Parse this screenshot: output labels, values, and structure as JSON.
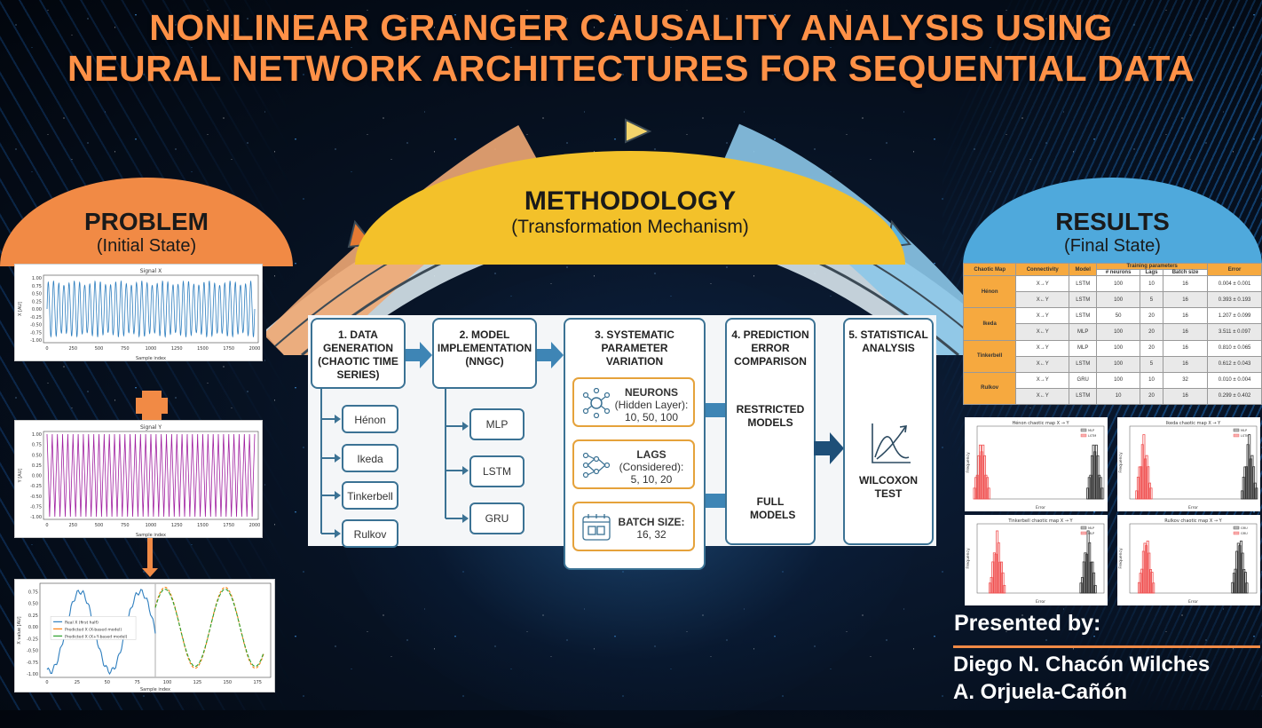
{
  "title": {
    "line1": "NONLINEAR GRANGER CAUSALITY ANALYSIS USING",
    "line2": "NEURAL NETWORK ARCHITECTURES FOR SEQUENTIAL DATA"
  },
  "problem": {
    "heading": "PROBLEM",
    "subheading": "(Initial State)"
  },
  "methodology": {
    "heading": "METHODOLOGY",
    "subheading": "(Transformation Mechanism)"
  },
  "results": {
    "heading": "RESULTS",
    "subheading": "(Final State)"
  },
  "colors": {
    "title": "#ff9147",
    "problem": "#f18a45",
    "methodology": "#f3c12a",
    "results": "#4fa9dc",
    "flow_blue": "#3b7294",
    "param_border": "#e5a23b",
    "signal_x": "#2f7fbf",
    "signal_y": "#a020a0"
  },
  "chart_data": [
    {
      "type": "line",
      "title": "Signal X",
      "xlabel": "Sample index",
      "ylabel": "X [AU]",
      "xlim": [
        0,
        2000
      ],
      "ylim": [
        -1.0,
        1.0
      ],
      "xticks": [
        "0",
        "250",
        "500",
        "750",
        "1000",
        "1250",
        "1500",
        "1750",
        "2000"
      ],
      "yticks": [
        "1.00",
        "0.75",
        "0.50",
        "0.25",
        "0.00",
        "-0.25",
        "-0.50",
        "-0.75",
        "-1.00"
      ],
      "series": [
        {
          "name": "X",
          "cycles": 40,
          "amplitude": 0.9
        }
      ]
    },
    {
      "type": "line",
      "title": "Signal Y",
      "xlabel": "Sample index",
      "ylabel": "Y [AU]",
      "xlim": [
        0,
        2000
      ],
      "ylim": [
        -1.0,
        1.0
      ],
      "xticks": [
        "0",
        "250",
        "500",
        "750",
        "1000",
        "1250",
        "1500",
        "1750",
        "2000"
      ],
      "yticks": [
        "1.00",
        "0.75",
        "0.50",
        "0.25",
        "0.00",
        "-0.25",
        "-0.50",
        "-0.75",
        "-1.00"
      ],
      "series": [
        {
          "name": "Y",
          "cycles": 40,
          "amplitude": 1.0
        }
      ]
    },
    {
      "type": "line",
      "title": "",
      "xlabel": "Sample index",
      "ylabel": "X value [AU]",
      "xlim": [
        0,
        180
      ],
      "ylim": [
        -1.0,
        0.85
      ],
      "xticks": [
        "0",
        "25",
        "50",
        "75",
        "100",
        "125",
        "150",
        "175"
      ],
      "yticks": [
        "0.75",
        "0.50",
        "0.25",
        "0.00",
        "-0.25",
        "-0.50",
        "-0.75",
        "-1.00"
      ],
      "split_index": 90,
      "legend": [
        "Real X (first half)",
        "Predicted X (X-based model)",
        "Predicted X (X+Y-based model)"
      ],
      "legend_position": "center-left"
    }
  ],
  "flow": {
    "step1": {
      "label": "1. DATA GENERATION (CHAOTIC TIME SERIES)",
      "items": [
        "Hénon",
        "Ikeda",
        "Tinkerbell",
        "Rulkov"
      ]
    },
    "step2": {
      "label": "2. MODEL IMPLEMENTATION (NNGC)",
      "items": [
        "MLP",
        "LSTM",
        "GRU"
      ]
    },
    "step3": {
      "label": "3. SYSTEMATIC PARAMETER VARIATION",
      "params": [
        {
          "name": "NEURONS",
          "detail": "(Hidden Layer):",
          "values": "10, 50, 100",
          "icon": "neuron-network-icon"
        },
        {
          "name": "LAGS",
          "detail": "(Considered):",
          "values": "5, 10, 20",
          "icon": "layered-network-icon"
        },
        {
          "name": "BATCH SIZE:",
          "detail": "",
          "values": "16, 32",
          "icon": "calendar-batch-icon"
        }
      ]
    },
    "step4": {
      "label": "4. PREDICTION ERROR COMPARISON",
      "restricted": "RESTRICTED MODELS",
      "full": "FULL MODELS"
    },
    "step5": {
      "label": "5. STATISTICAL ANALYSIS",
      "test": "WILCOXON TEST"
    }
  },
  "results_table": {
    "headers": {
      "map": "Chaotic Map",
      "connectivity": "Connectivity",
      "model": "Model",
      "training": "Training parameters",
      "neurons": "# neurons",
      "lags": "Lags",
      "batch": "Batch size",
      "error": "Error"
    },
    "rows": [
      {
        "map": "Hénon",
        "connectivity": "X→Y",
        "model": "LSTM",
        "neurons": "100",
        "lags": "10",
        "batch": "16",
        "error": "0.004 ± 0.001"
      },
      {
        "map": "",
        "connectivity": "X←Y",
        "model": "LSTM",
        "neurons": "100",
        "lags": "5",
        "batch": "16",
        "error": "0.393 ± 0.193"
      },
      {
        "map": "Ikeda",
        "connectivity": "X→Y",
        "model": "LSTM",
        "neurons": "50",
        "lags": "20",
        "batch": "16",
        "error": "1.207 ± 0.099"
      },
      {
        "map": "",
        "connectivity": "X←Y",
        "model": "MLP",
        "neurons": "100",
        "lags": "20",
        "batch": "16",
        "error": "3.511 ± 0.097"
      },
      {
        "map": "Tinkerbell",
        "connectivity": "X→Y",
        "model": "MLP",
        "neurons": "100",
        "lags": "20",
        "batch": "16",
        "error": "0.810 ± 0.065"
      },
      {
        "map": "",
        "connectivity": "X←Y",
        "model": "LSTM",
        "neurons": "100",
        "lags": "5",
        "batch": "16",
        "error": "0.612 ± 0.043"
      },
      {
        "map": "Rulkov",
        "connectivity": "X→Y",
        "model": "GRU",
        "neurons": "100",
        "lags": "10",
        "batch": "32",
        "error": "0.010 ± 0.004"
      },
      {
        "map": "",
        "connectivity": "X←Y",
        "model": "LSTM",
        "neurons": "10",
        "lags": "20",
        "batch": "16",
        "error": "0.299 ± 0.402"
      }
    ]
  },
  "histograms": [
    {
      "title": "Hénon chaotic map X → Y",
      "xlabel": "Error",
      "ylabel": "Frequency",
      "xlim": [
        0,
        11
      ],
      "red_center": 0.0,
      "black_center": 10.4,
      "legend": [
        "MLP",
        "LSTM"
      ]
    },
    {
      "title": "Ikeda chaotic map X → Y",
      "xlabel": "Error",
      "ylabel": "Frequency",
      "xlim": [
        0.8,
        5.8
      ],
      "red_center": 1.2,
      "black_center": 5.6,
      "legend": [
        "MLP",
        "LSTM"
      ]
    },
    {
      "title": "Tinkerbell chaotic map X → Y",
      "xlabel": "Error",
      "ylabel": "Frequency",
      "xlim": [
        0.5,
        3.2
      ],
      "red_center": 0.85,
      "black_center": 2.9,
      "legend": [
        "MLP",
        "MLP"
      ]
    },
    {
      "title": "Rulkov chaotic map X → Y",
      "xlabel": "Error",
      "ylabel": "Frequency",
      "xlim": [
        0.0,
        0.1
      ],
      "red_center": 0.01,
      "black_center": 0.088,
      "legend": [
        "GRU",
        "GRU"
      ]
    }
  ],
  "credits": {
    "label": "Presented by:",
    "authors": [
      "Diego N. Chacón Wilches",
      "A. Orjuela-Cañón"
    ]
  }
}
